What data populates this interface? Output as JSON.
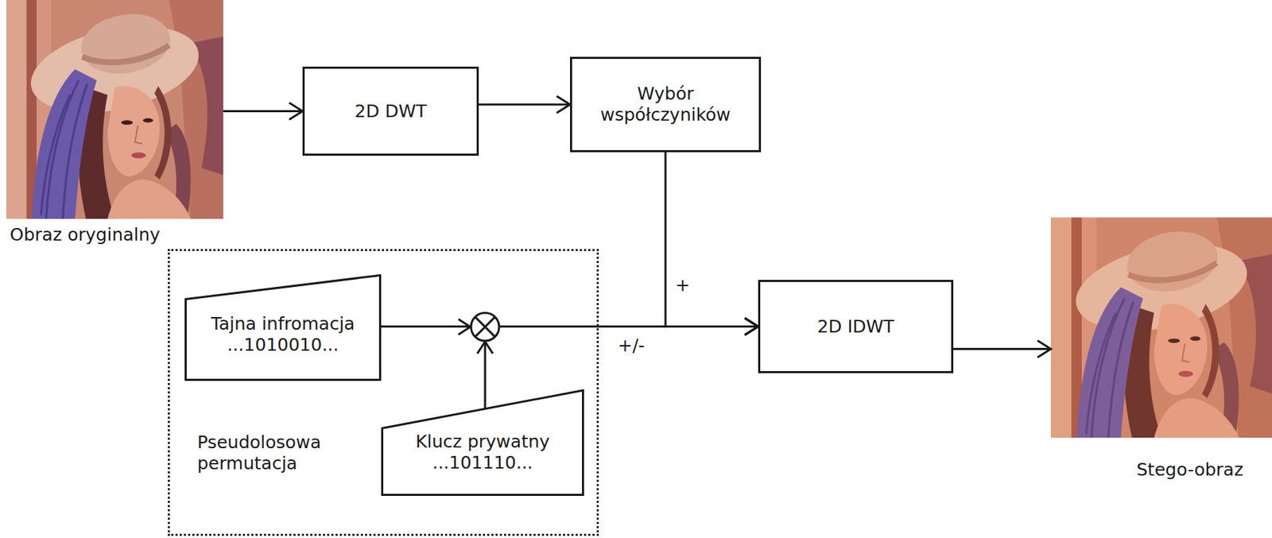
{
  "diagram": {
    "nodes": [
      {
        "text": [
          "Obraz oryginalny"
        ]
      },
      {
        "text": [
          "2D DWT"
        ]
      },
      {
        "text": [
          "Wybór współczyników"
        ]
      },
      {
        "text": [
          "Pseudolosowa permutacja"
        ]
      },
      {
        "text": [
          "Tajna infromacja",
          "...1010010..."
        ],
        "in": 3
      },
      {
        "text": [
          "Klucz prywatny",
          "...101110..."
        ],
        "in": 3
      },
      {
        "text": [
          "2D IDWT"
        ]
      },
      {
        "text": [
          "Stego-obraz"
        ]
      }
    ],
    "edges": [
      {
        "from": 0,
        "to": 1,
        "arrow": "to"
      },
      {
        "from": 1,
        "to": 2,
        "arrow": "to"
      },
      {
        "from": 2,
        "to": 6,
        "arrow": "to",
        "label": "+"
      },
      {
        "from": 4,
        "to": 6,
        "arrow": "to"
      },
      {
        "from": 5,
        "to": 6,
        "arrow": "to"
      },
      {
        "from": 6,
        "to": 7,
        "arrow": "to"
      }
    ],
    "labels": [
      "+/-"
    ]
  }
}
